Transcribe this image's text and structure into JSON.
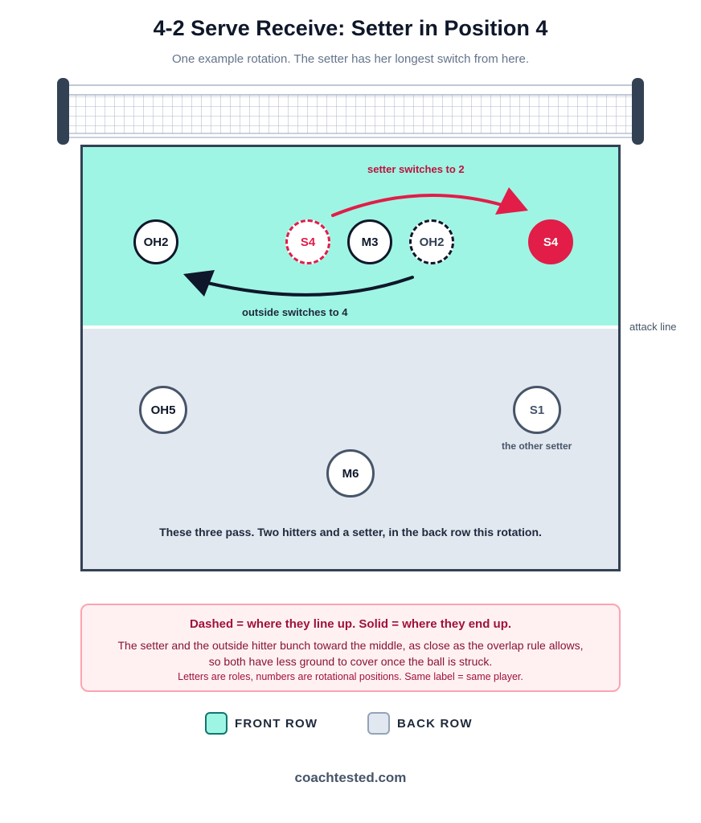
{
  "title": "4-2 Serve Receive: Setter in Position 4",
  "subtitle": "One example rotation. The setter has her longest switch from here.",
  "court": {
    "attack_line_label": "attack line",
    "front_row": {
      "oh2_start": "OH2",
      "s4_start": "S4",
      "m3": "M3",
      "oh2_lineup": "OH2",
      "s4_end": "S4"
    },
    "back_row": {
      "oh5": "OH5",
      "s1": "S1",
      "m6": "M6"
    },
    "labels": {
      "setter_switch": "setter switches to 2",
      "outside_switch": "outside switches to 4",
      "other_setter": "the other setter",
      "pass_note": "These three pass. Two hitters and a setter, in the back row this rotation."
    }
  },
  "note": {
    "headline": "Dashed = where they line up. Solid = where they end up.",
    "body": "The setter and the outside hitter bunch toward the middle, as close as the overlap rule allows, so both have less ground to cover once the ball is struck.",
    "footnote": "Letters are roles, numbers are rotational positions. Same label = same player."
  },
  "legend": {
    "front": "FRONT ROW",
    "back": "BACK ROW"
  },
  "footer": "coachtested.com",
  "colors": {
    "front_row": "#9ff5e4",
    "back_row": "#e2e8f0",
    "setter_red": "#e11d48",
    "court_border": "#334155",
    "note_bg": "#fff1f2"
  }
}
